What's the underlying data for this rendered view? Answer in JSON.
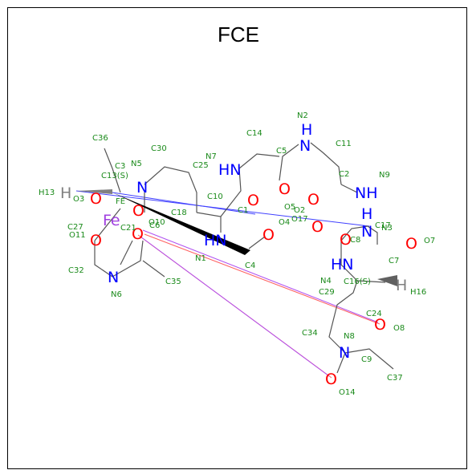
{
  "title": "FCE",
  "colors": {
    "bond": "#555555",
    "atom_label": "#1a8a1a",
    "oxygen": "#ff0000",
    "nitrogen": "#0000ff",
    "hydrogen": "#808080",
    "iron": "#a040e0",
    "contact_red": "#ff6060",
    "contact_blue": "#4040ff",
    "contact_purple": "#b050f0"
  },
  "atoms": [
    {
      "element": "O",
      "label": "O",
      "color": "oxygen"
    },
    {
      "element": "N",
      "label": "N",
      "color": "nitrogen"
    },
    {
      "element": "H",
      "label": "H",
      "color": "hydrogen"
    },
    {
      "element": "Fe",
      "label": "Fe",
      "color": "iron"
    },
    {
      "element": "NH",
      "label": "NH",
      "color": "nitrogen"
    },
    {
      "element": "HN",
      "label": "HN",
      "color": "nitrogen"
    }
  ],
  "labels": [
    "N2",
    "C14",
    "C11",
    "C5",
    "N9",
    "C2",
    "C30",
    "N7",
    "C25",
    "C36",
    "C3",
    "N5",
    "C13(S)",
    "H13",
    "O3",
    "FE",
    "C10",
    "C1",
    "C18",
    "O5",
    "O2",
    "O17",
    "O4",
    "C17",
    "N3",
    "C27",
    "O11",
    "C21",
    "O10",
    "C6",
    "C8",
    "O7",
    "C7",
    "N1",
    "C4",
    "N4",
    "C16(S)",
    "C29",
    "H16",
    "C32",
    "N6",
    "C35",
    "C24",
    "O8",
    "C34",
    "N8",
    "C9",
    "C37",
    "O14"
  ]
}
